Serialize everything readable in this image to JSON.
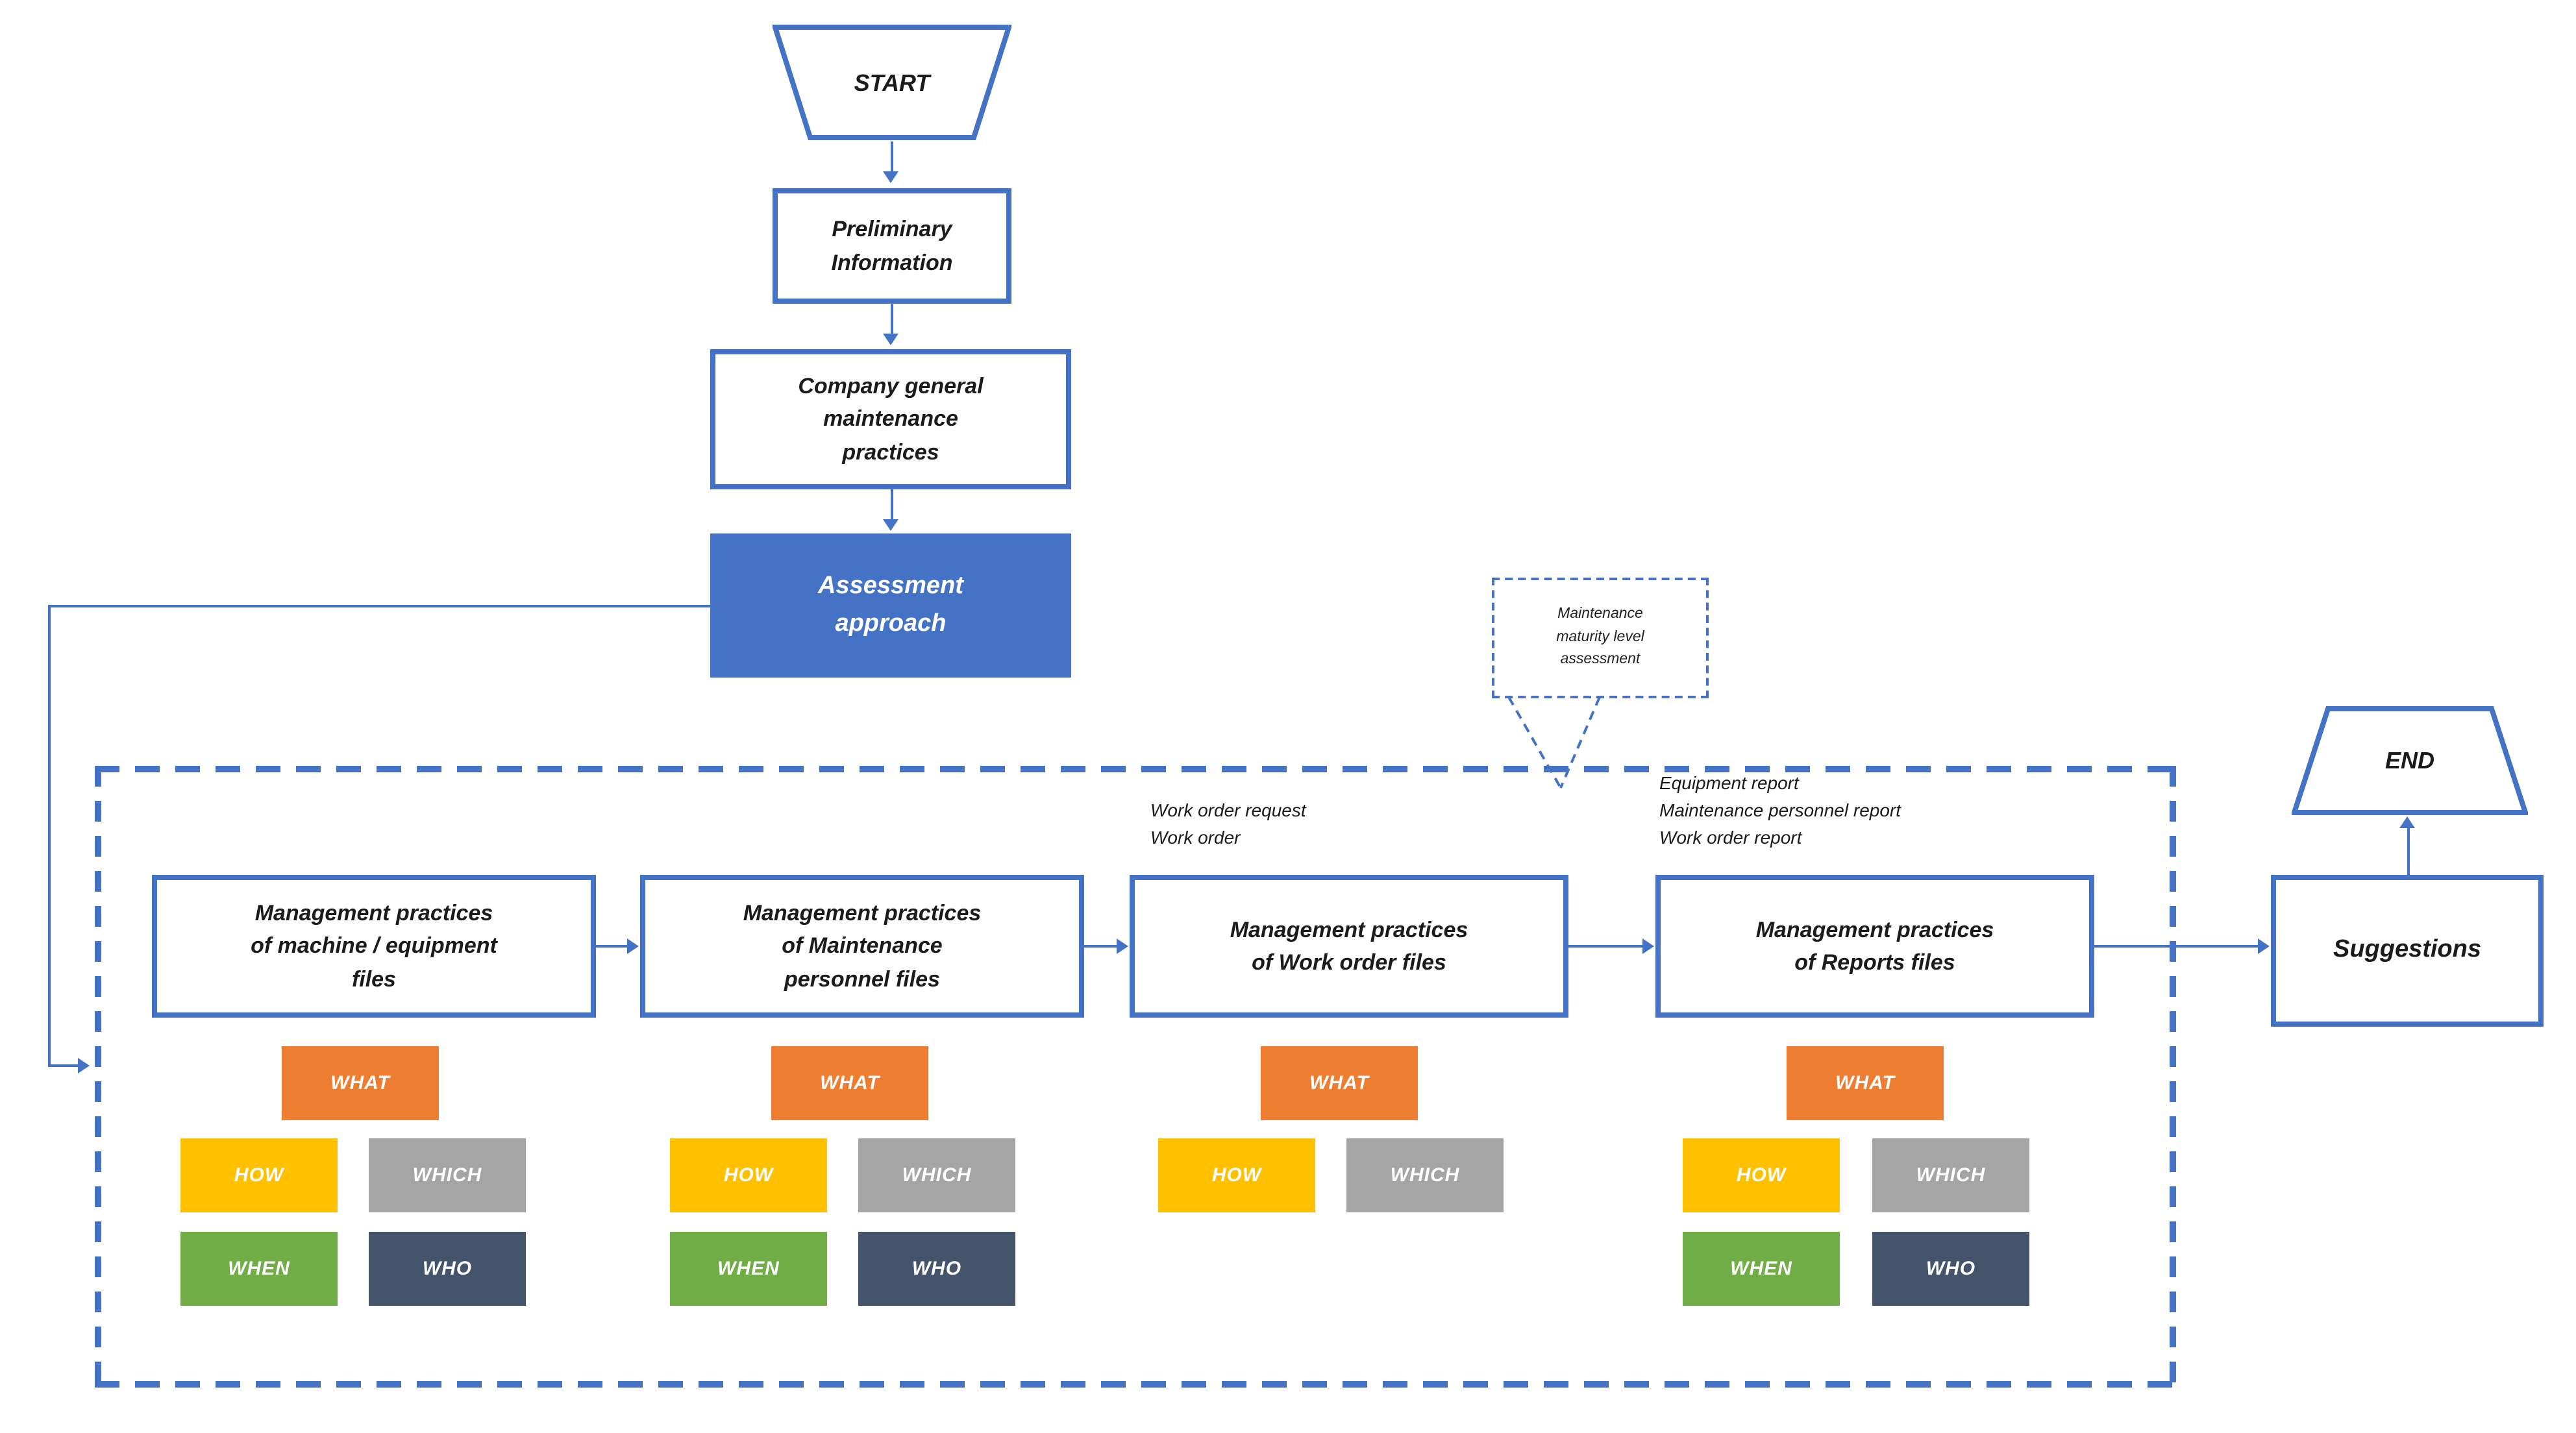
{
  "colors": {
    "accent_blue": "#4472C4",
    "text_black": "#1b1b1b"
  },
  "top_flow": {
    "start_label": "START",
    "preliminary_label": "Preliminary\nInformation",
    "company_label": "Company general\nmaintenance\npractices",
    "assessment_label": "Assessment\napproach"
  },
  "callout": {
    "label": "Maintenance\nmaturity level\nassessment"
  },
  "assessment_section": {
    "tag_colors": {
      "WHAT": "#ED7D31",
      "HOW": "#FFC000",
      "WHICH": "#A5A5A5",
      "WHEN": "#70AD47",
      "WHO": "#44546A"
    },
    "groups": [
      {
        "title": "Management practices\nof machine / equipment\nfiles",
        "tags": [
          "WHAT",
          "HOW",
          "WHICH",
          "WHEN",
          "WHO"
        ],
        "note_lines": []
      },
      {
        "title": "Management practices\nof Maintenance\npersonnel files",
        "tags": [
          "WHAT",
          "HOW",
          "WHICH",
          "WHEN",
          "WHO"
        ],
        "note_lines": []
      },
      {
        "title": "Management practices\nof Work order files",
        "tags": [
          "WHAT",
          "HOW",
          "WHICH"
        ],
        "note_lines": [
          "Work order request",
          "Work order"
        ]
      },
      {
        "title": "Management practices\nof Reports files",
        "tags": [
          "WHAT",
          "HOW",
          "WHICH",
          "WHEN",
          "WHO"
        ],
        "note_lines": [
          "Equipment report",
          "Maintenance personnel report",
          "Work order report"
        ]
      }
    ]
  },
  "output_flow": {
    "suggestions_label": "Suggestions",
    "end_label": "END"
  }
}
